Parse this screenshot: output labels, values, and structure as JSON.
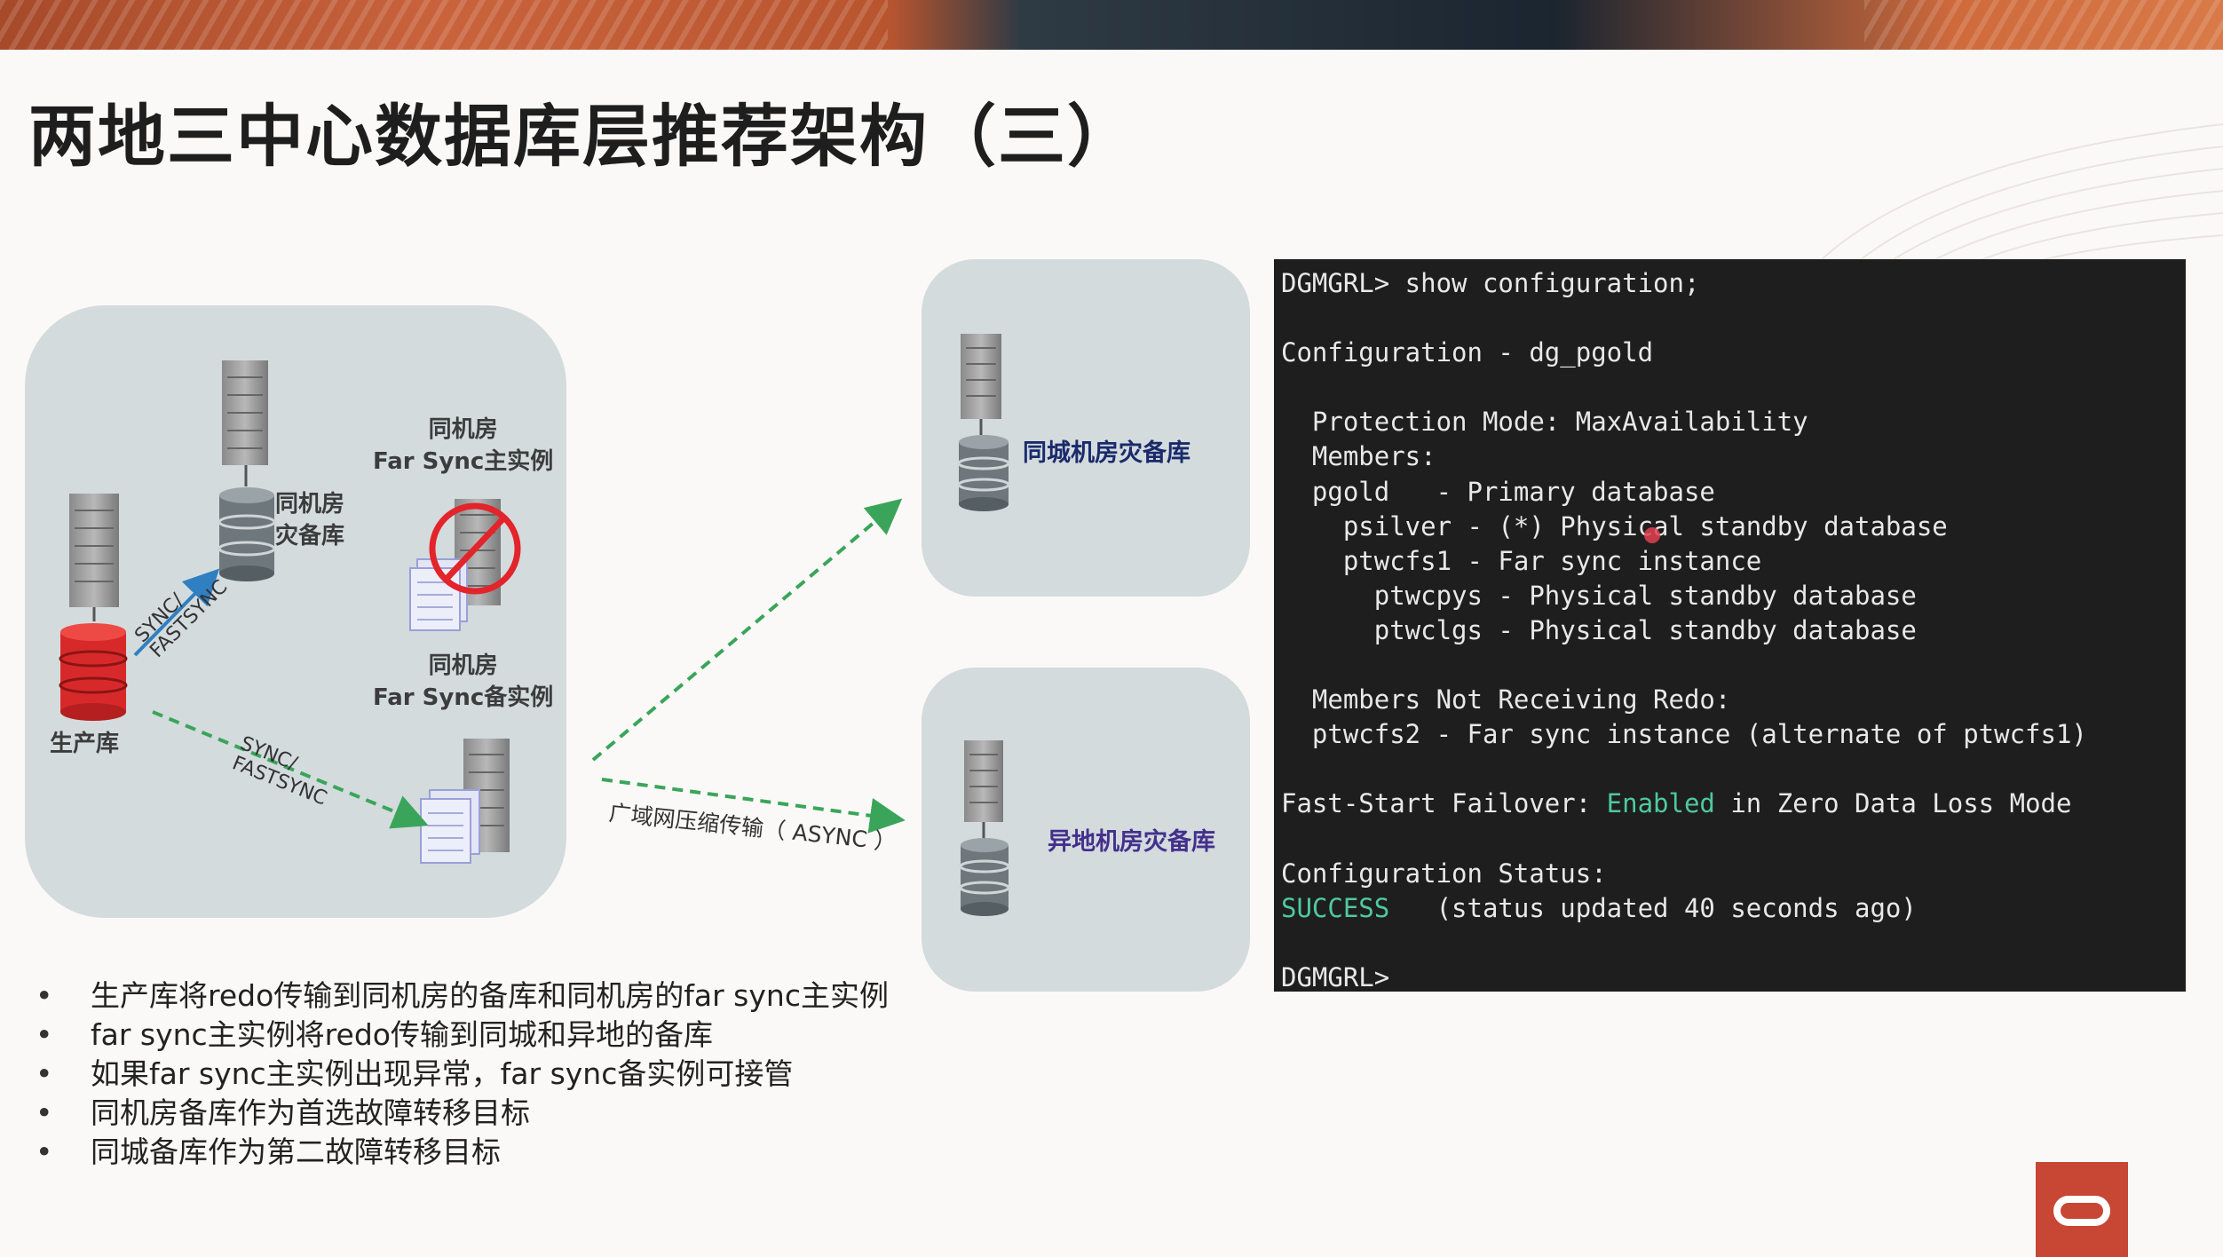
{
  "slide": {
    "title": "两地三中心数据库层推荐架构（三）"
  },
  "diagram": {
    "labels": {
      "same_room_standby": "同机房\n灾备库",
      "far_sync_primary": "同机房\nFar Sync主实例",
      "far_sync_standby": "同机房\nFar Sync备实例",
      "production_db": "生产库",
      "sync_fastsync_1": "SYNC/\nFASTSYNC",
      "sync_fastsync_2": "SYNC/\nFASTSYNC",
      "city_standby": "同城机房灾备库",
      "remote_standby": "异地机房灾备库",
      "wan_transport": "广域网压缩传输（ ASYNC ）"
    },
    "colors": {
      "production": "#d8292a",
      "sync_arrow": "#2f7fc1",
      "async_arrow": "#3aa55a",
      "panel": "#d3dbdd"
    }
  },
  "terminal": {
    "lines": [
      "DGMGRL> show configuration;",
      "",
      "Configuration - dg_pgold",
      "",
      "  Protection Mode: MaxAvailability",
      "  Members:",
      "  pgold   - Primary database",
      "    psilver - (*) Physical standby database",
      "    ptwcfs1 - Far sync instance",
      "      ptwcpys - Physical standby database",
      "      ptwclgs - Physical standby database",
      "",
      "  Members Not Receiving Redo:",
      "  ptwcfs2 - Far sync instance (alternate of ptwcfs1)",
      ""
    ],
    "fsfo_prefix": "Fast-Start Failover: ",
    "fsfo_status": "Enabled",
    "fsfo_suffix": " in Zero Data Loss Mode",
    "config_status_label": "Configuration Status:",
    "status_value": "SUCCESS",
    "status_note": "   (status updated 40 seconds ago)",
    "prompt": "DGMGRL>"
  },
  "bullets": [
    "生产库将redo传输到同机房的备库和同机房的far sync主实例",
    "far sync主实例将redo传输到同城和异地的备库",
    "如果far sync主实例出现异常，far sync备实例可接管",
    "同机房备库作为首选故障转移目标",
    "同城备库作为第二故障转移目标"
  ],
  "icons": {
    "logo": "oracle-logo-icon",
    "no_symbol": "prohibited-icon",
    "server": "server-rack-icon",
    "database": "database-cylinder-icon",
    "document": "redo-log-document-icon"
  }
}
